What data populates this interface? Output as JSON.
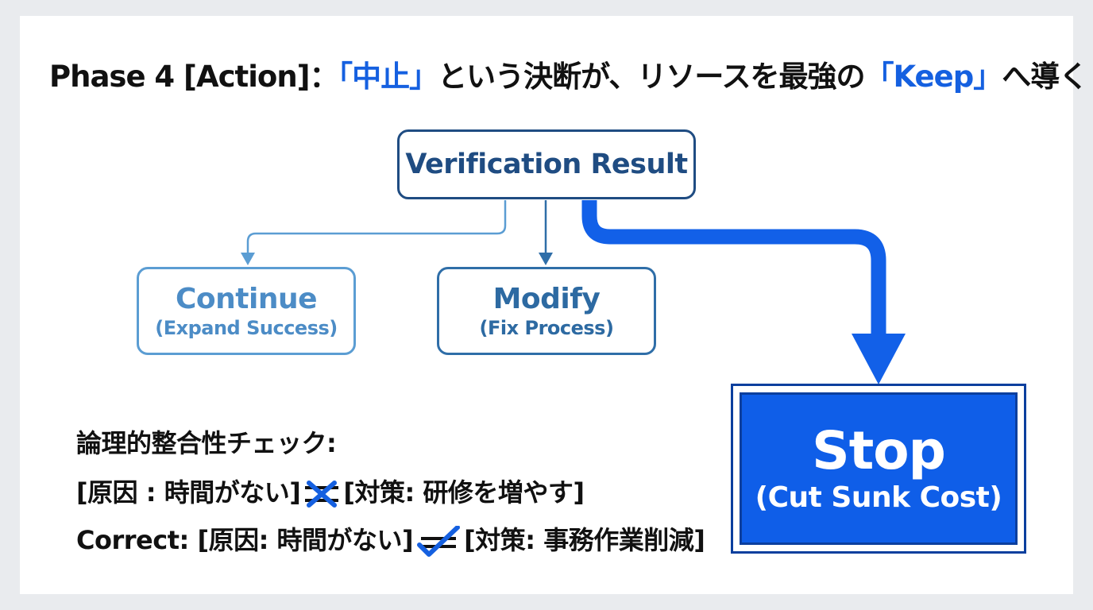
{
  "title": {
    "prefix": "Phase 4 [Action]：",
    "highlight1": "「中止」",
    "middle": "という決断が、リソースを最強の",
    "highlight2": "「Keep」",
    "suffix": "へ導く"
  },
  "diagram": {
    "verification": {
      "label": "Verification Result"
    },
    "continue": {
      "label": "Continue",
      "sub": "(Expand Success)"
    },
    "modify": {
      "label": "Modify",
      "sub": "(Fix Process)"
    },
    "stop": {
      "label": "Stop",
      "sub": "(Cut Sunk Cost)"
    }
  },
  "logic_check": {
    "heading": "論理的整合性チェック:",
    "wrong_cause": "[原因 : 時間がない]",
    "wrong_measure": "[対策: 研修を増やす]",
    "correct_prefix": "Correct: [原因: 時間がない]",
    "correct_measure": "[対策: 事務作業削減]"
  },
  "colors": {
    "accent_blue": "#1560e0",
    "stop_blue": "#0f5ee8",
    "dark_blue": "#1f4c82",
    "light_blue": "#5b9dd3"
  }
}
